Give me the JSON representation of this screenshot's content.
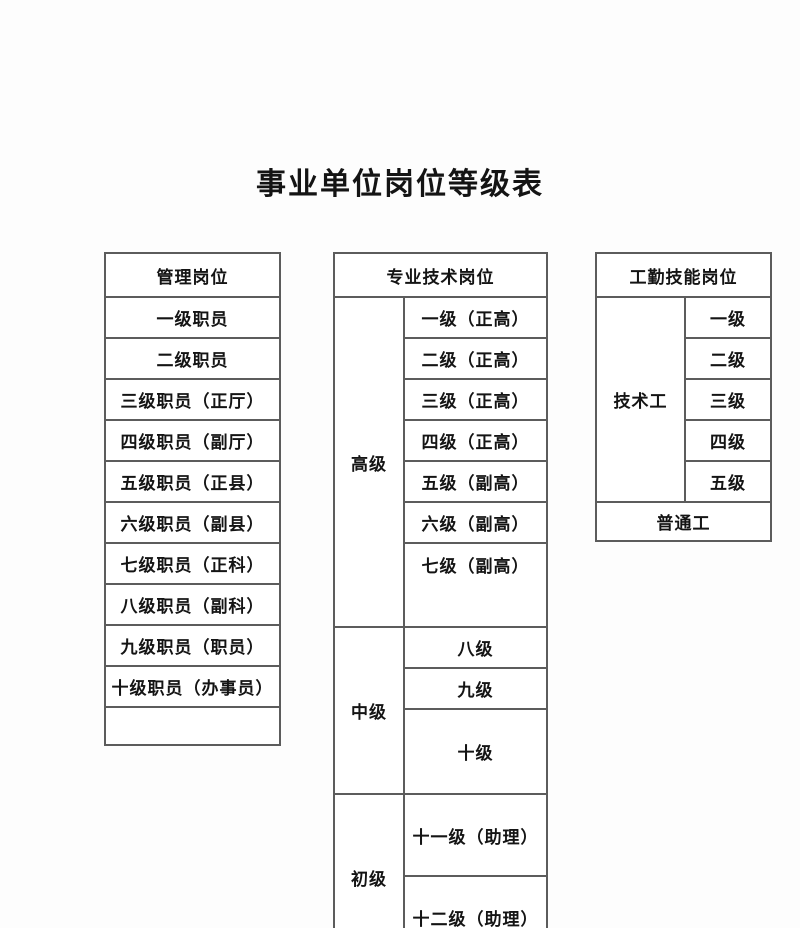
{
  "page": {
    "title": "事业单位岗位等级表",
    "background_color": "#fdfdfd",
    "border_color": "#5c5c5c",
    "text_color": "#141414"
  },
  "tables": {
    "management": {
      "header": "管理岗位",
      "rows": [
        "一级职员",
        "二级职员",
        "三级职员（正厅）",
        "四级职员（副厅）",
        "五级职员（正县）",
        "六级职员（副县）",
        "七级职员（正科）",
        "八级职员（副科）",
        "九级职员（职员）",
        "十级职员（办事员）"
      ],
      "trailing_blank_row": ""
    },
    "professional": {
      "header": "专业技术岗位",
      "groups": [
        {
          "label": "高级",
          "levels": [
            "一级（正高）",
            "二级（正高）",
            "三级（正高）",
            "四级（正高）",
            "五级（副高）",
            "六级（副高）",
            "七级（副高）"
          ]
        },
        {
          "label": "中级",
          "levels": [
            "八级",
            "九级",
            "十级"
          ]
        },
        {
          "label": "初级",
          "levels": [
            "十一级（助理）",
            "十二级（助理）",
            ""
          ]
        }
      ]
    },
    "worker": {
      "header": "工勤技能岗位",
      "skill_group": {
        "label": "技术工",
        "levels": [
          "一级",
          "二级",
          "三级",
          "四级",
          "五级"
        ]
      },
      "plain_row": "普通工"
    }
  }
}
